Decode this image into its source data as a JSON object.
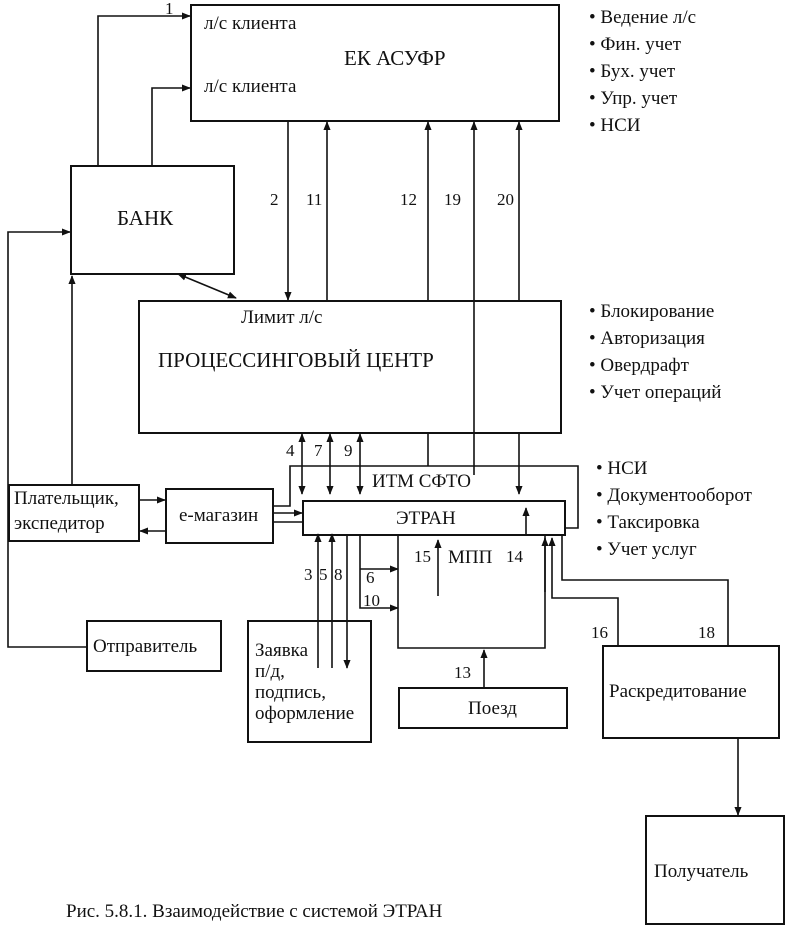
{
  "boxes": {
    "ek_asufr": {
      "title": "ЕК АСУФР",
      "line_top": "л/с клиента",
      "line_bottom": "л/с клиента"
    },
    "bank": {
      "title": "БАНК"
    },
    "processing": {
      "title": "ПРОЦЕССИНГОВЫЙ ЦЕНТР",
      "limit": "Лимит л/с"
    },
    "itm": {
      "title": "ИТМ СФТО"
    },
    "etran": {
      "title": "ЭТРАН",
      "mpp": "МПП"
    },
    "payer": {
      "title": "Плательщик,\nэкспедитор"
    },
    "emag": {
      "title": "е-магазин"
    },
    "sender": {
      "title": "Отправитель"
    },
    "request": {
      "title": "Заявка\nп/д,\nподпись,\nоформление"
    },
    "train": {
      "title": "Поезд"
    },
    "raskred": {
      "title": "Раскредитование"
    },
    "receiver": {
      "title": "Получатель"
    }
  },
  "bullets": {
    "ek": [
      "Ведение л/с",
      "Фин. учет",
      "Бух. учет",
      "Упр. учет",
      "НСИ"
    ],
    "pc": [
      "Блокирование",
      "Авторизация",
      "Овердрафт",
      "Учет операций"
    ],
    "etran": [
      "НСИ",
      "Документооборот",
      "Таксировка",
      "Учет услуг"
    ]
  },
  "numbers": {
    "n1": "1",
    "n2": "2",
    "n11": "11",
    "n12": "12",
    "n19": "19",
    "n20": "20",
    "n4": "4",
    "n7": "7",
    "n9": "9",
    "n3": "3",
    "n5": "5",
    "n8": "8",
    "n6": "6",
    "n10": "10",
    "n15": "15",
    "n14": "14",
    "n13": "13",
    "n16": "16",
    "n18": "18"
  },
  "caption": "Рис. 5.8.1. Взаимодействие с системой ЭТРАН"
}
